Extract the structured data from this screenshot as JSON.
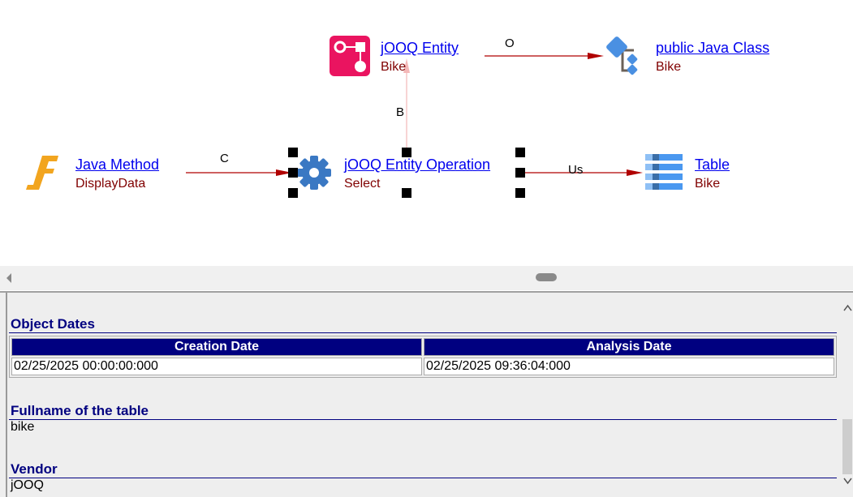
{
  "diagram": {
    "nodes": [
      {
        "id": "jooq-entity",
        "title": "jOOQ Entity",
        "subtitle": "Bike",
        "icon": "jooq-entity-icon"
      },
      {
        "id": "java-class",
        "title": " public Java Class",
        "subtitle": "Bike",
        "icon": "java-class-icon"
      },
      {
        "id": "java-method",
        "title": "Java Method",
        "subtitle": "DisplayData",
        "icon": "java-method-icon"
      },
      {
        "id": "jooq-operation",
        "title": "jOOQ Entity Operation",
        "subtitle": "Select",
        "icon": "gear-icon"
      },
      {
        "id": "table",
        "title": "Table",
        "subtitle": "Bike",
        "icon": "table-icon"
      }
    ],
    "edges": [
      {
        "label": "O",
        "from": "jooq-entity",
        "to": "java-class"
      },
      {
        "label": "C",
        "from": "java-method",
        "to": "jooq-operation"
      },
      {
        "label": "B",
        "from": "jooq-operation",
        "to": "jooq-entity"
      },
      {
        "label": "Us",
        "from": "jooq-operation",
        "to": "table"
      }
    ],
    "colors": {
      "edge": "#b00000",
      "edge_faint": "#f4b8b8",
      "link": "#0000ee",
      "subtitle": "#800000"
    }
  },
  "properties": {
    "object_dates": {
      "heading": "Object Dates",
      "columns": [
        "Creation Date",
        "Analysis Date"
      ],
      "rows": [
        [
          "02/25/2025 00:00:00:000",
          "02/25/2025 09:36:04:000"
        ]
      ]
    },
    "fullname": {
      "heading": "Fullname of the table",
      "value": "bike"
    },
    "vendor": {
      "heading": "Vendor",
      "value": "jOOQ"
    },
    "colors": {
      "heading": "#000080"
    }
  }
}
